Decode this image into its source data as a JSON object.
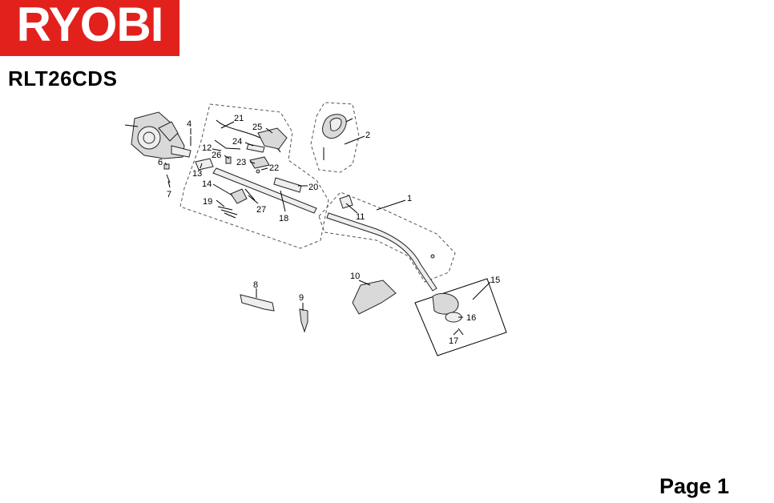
{
  "brand": {
    "logo_text": "RYOBI",
    "logo_color": "#e2211c"
  },
  "model": "RLT26CDS",
  "footer": {
    "page_label": "Page 1"
  },
  "callouts": [
    "1",
    "2",
    "4",
    "6",
    "7",
    "8",
    "9",
    "10",
    "11",
    "12",
    "13",
    "14",
    "15",
    "16",
    "17",
    "18",
    "19",
    "20",
    "21",
    "22",
    "23",
    "24",
    "25",
    "26",
    "27"
  ]
}
